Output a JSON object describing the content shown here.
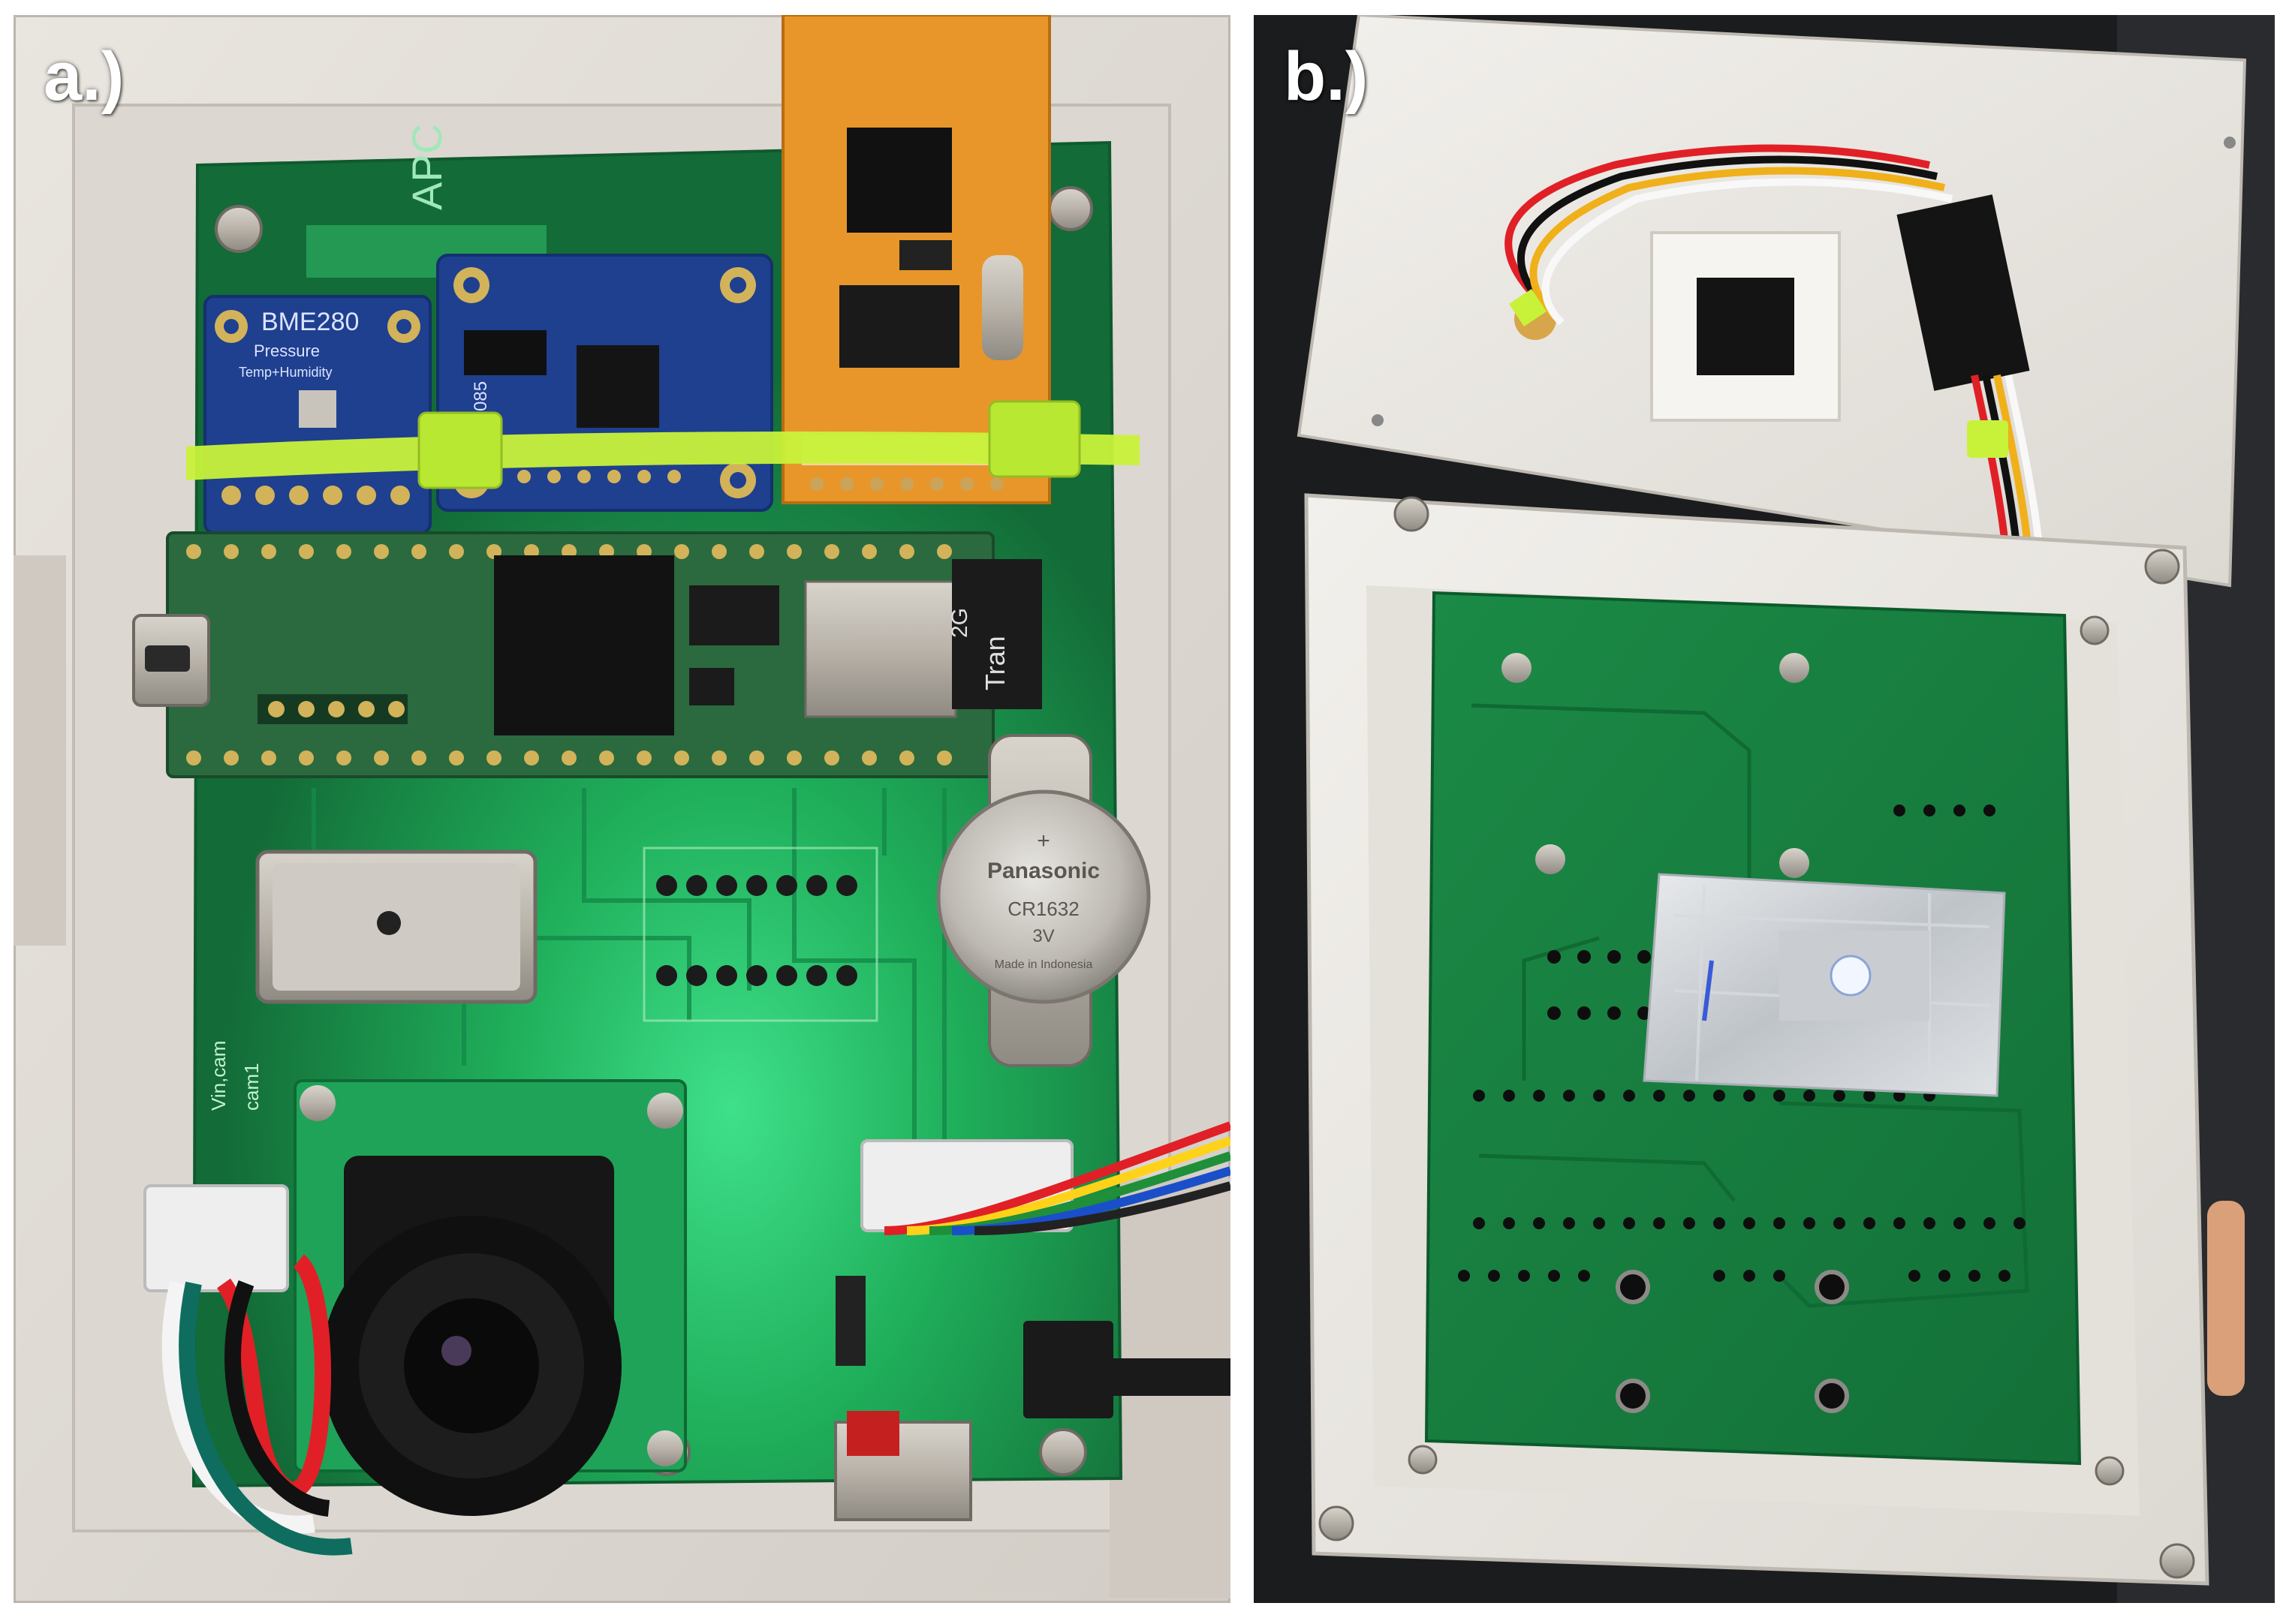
{
  "panels": [
    {
      "label": "a.)",
      "board_silkscreen": {
        "board_id": "APC",
        "sensor_title": "BME280",
        "sensor_line1": "Pressure",
        "sensor_line2": "Temp+Humidity",
        "imu_id": "BNO085",
        "sd_card_text": "Tran",
        "sd_card_size": "2G",
        "coin_cell_brand": "Panasonic",
        "coin_cell_model": "CR1632",
        "coin_cell_voltage": "3V",
        "coin_cell_origin": "Made in Indonesia",
        "camera_label_1": "Vin,cam",
        "camera_label_2": "cam1"
      }
    },
    {
      "label": "b.)"
    }
  ],
  "colors": {
    "pcb_green": "#1e8f4a",
    "pcb_bright": "#2ed07a",
    "breakout_blue": "#1f3f8f",
    "wifi_orange": "#e8962a",
    "zip_tie": "#c8f23a",
    "enclosure_white": "#e9e6e2",
    "bench_black": "#1b1c1e"
  },
  "icons": [
    "panasonic-coin-cell-icon",
    "camera-lens-icon",
    "usb-port-icon"
  ]
}
